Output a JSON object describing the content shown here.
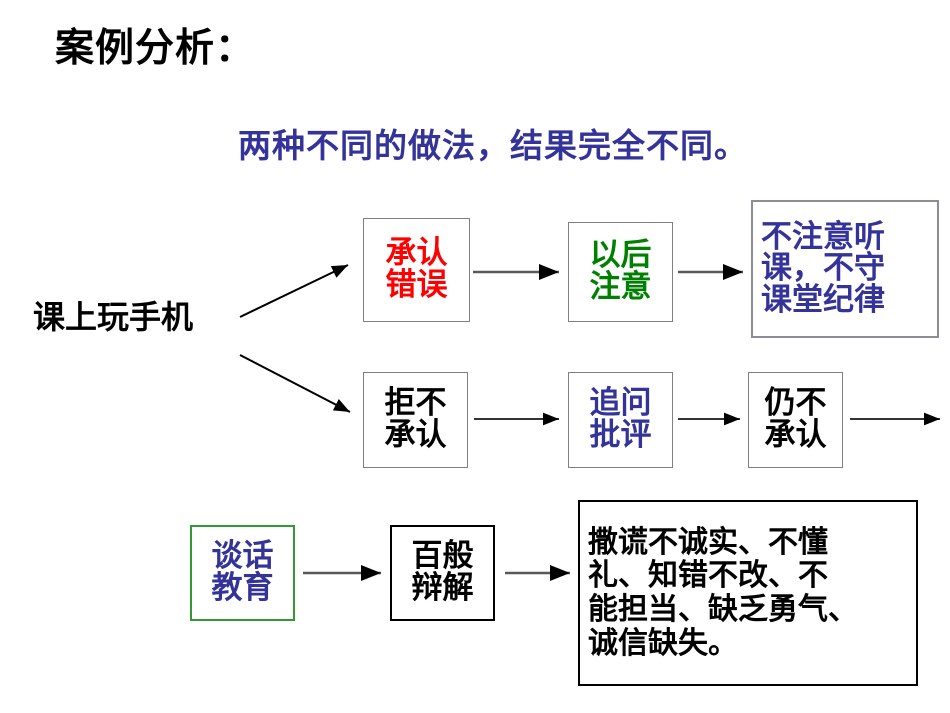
{
  "slide": {
    "title": "案例分析：",
    "subtitle": "两种不同的做法，结果完全不同。",
    "source_label": "课上玩手机",
    "colors": {
      "subtitle_blue": "#333399",
      "red": "#ff0000",
      "green": "#008000",
      "blue": "#333399",
      "black": "#000000",
      "border_gray": "#808080",
      "border_green": "#339933",
      "arrow_gray": "#595959",
      "background": "#ffffff"
    }
  },
  "flow": {
    "branch_1": {
      "nodes": [
        {
          "id": "admit-mistake",
          "lines": [
            "承认",
            "错误"
          ],
          "color": "red",
          "border": "dark"
        },
        {
          "id": "pay-attention",
          "lines": [
            "以后",
            "注意"
          ],
          "color": "green",
          "border": "dark"
        },
        {
          "id": "consequence-1",
          "lines": [
            "不注意听",
            "课，不守",
            "课堂纪律"
          ],
          "color": "blue",
          "border": "gray2"
        }
      ]
    },
    "branch_2": {
      "nodes": [
        {
          "id": "refuse-admit",
          "lines": [
            "拒不",
            "承认"
          ],
          "color": "black",
          "border": "dark"
        },
        {
          "id": "question-criticize",
          "lines": [
            "追问",
            "批评"
          ],
          "color": "blue",
          "border": "dark"
        },
        {
          "id": "still-refuse",
          "lines": [
            "仍不",
            "承认"
          ],
          "color": "black",
          "border": "dark"
        }
      ]
    },
    "branch_3": {
      "nodes": [
        {
          "id": "talk-education",
          "lines": [
            "谈话",
            "教育"
          ],
          "color": "blue",
          "border": "green"
        },
        {
          "id": "excuses",
          "lines": [
            "百般",
            "辩解"
          ],
          "color": "black",
          "border": "black"
        },
        {
          "id": "consequence-2",
          "lines": [
            "撒谎不诚实、不懂",
            "礼、知错不改、不",
            "能担当、缺乏勇气、",
            "诚信缺失。"
          ],
          "color": "black",
          "border": "black"
        }
      ]
    },
    "connectors": [
      {
        "name": "branch-up-arrow",
        "from": "课上玩手机",
        "to": "承认错误",
        "style": "diagonal-up"
      },
      {
        "name": "branch-down-arrow",
        "from": "课上玩手机",
        "to": "拒不承认",
        "style": "diagonal-down"
      },
      {
        "name": "arrow-admit-to-attention",
        "from": "承认错误",
        "to": "以后注意",
        "style": "horizontal"
      },
      {
        "name": "arrow-attention-to-consequence",
        "from": "以后注意",
        "to": "不注意听课，不守课堂纪律",
        "style": "horizontal"
      },
      {
        "name": "arrow-refuse-to-question",
        "from": "拒不承认",
        "to": "追问批评",
        "style": "horizontal"
      },
      {
        "name": "arrow-question-to-still",
        "from": "追问批评",
        "to": "仍不承认",
        "style": "horizontal"
      },
      {
        "name": "arrow-still-refuse-out",
        "from": "仍不承认",
        "to": "",
        "style": "horizontal-open"
      },
      {
        "name": "arrow-talk-to-excuses",
        "from": "谈话教育",
        "to": "百般辩解",
        "style": "horizontal"
      },
      {
        "name": "arrow-excuses-to-consequence",
        "from": "百般辩解",
        "to": "撒谎不诚实、不懂礼…",
        "style": "horizontal"
      }
    ]
  }
}
